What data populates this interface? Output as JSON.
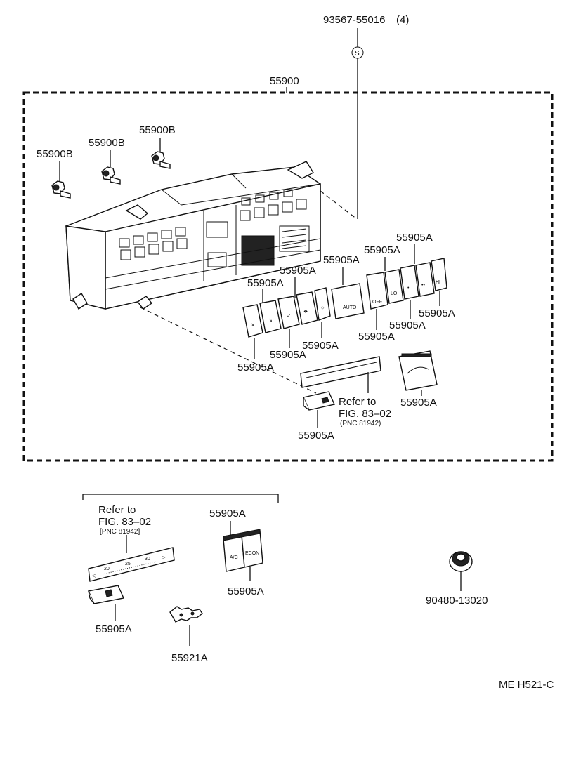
{
  "labels": {
    "bolt": "93567-55016",
    "bolt_qty": "(4)",
    "s_mark": "S",
    "assembly": "55900",
    "bulb": "55900B",
    "knob": "55905A",
    "refer_to": "Refer to",
    "fig": "FIG. 83–02",
    "pnc": "(PNC 81942)",
    "pnc_alt": "[PNC 81942]",
    "clip": "55921A",
    "grommet": "90480-13020",
    "diagram_code": "ME H521-C"
  },
  "button_text": {
    "auto": "AUTO",
    "off": "OFF",
    "lo": "LO",
    "hi": "HI",
    "ac": "A/C",
    "econ": "ECON"
  },
  "scale_text": {
    "t20": "20",
    "t25": "25",
    "t30": "30"
  }
}
